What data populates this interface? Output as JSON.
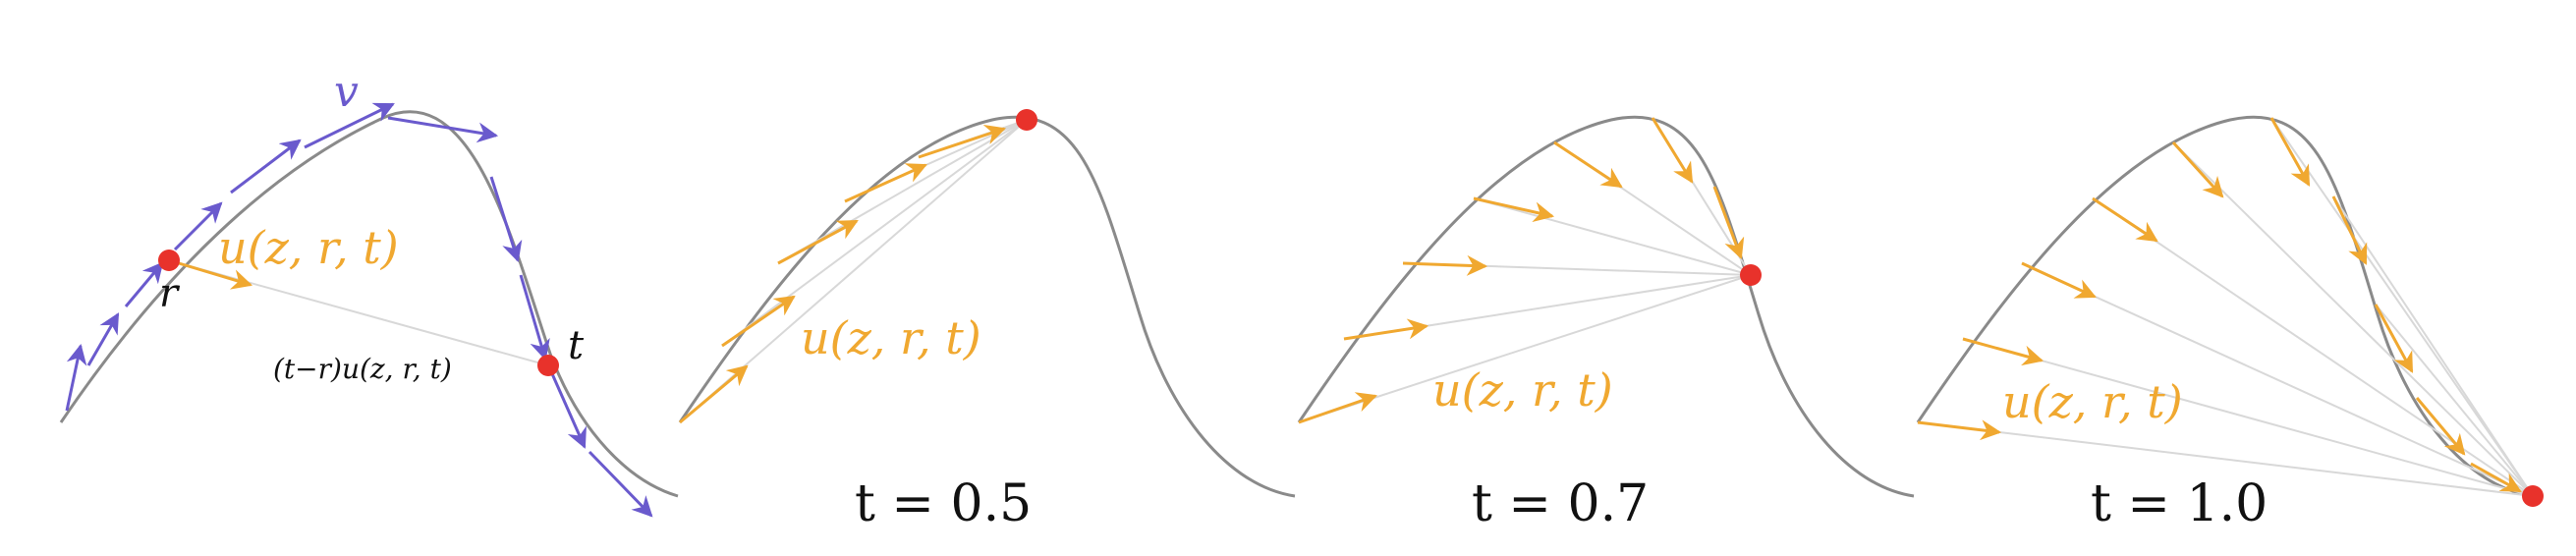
{
  "colors": {
    "curve": "#8a8a8a",
    "tangent": "#6a5acd",
    "field": "#f0a830",
    "point": "#e8322b",
    "chord": "#d8d8d8",
    "text": "#111111"
  },
  "panels": [
    {
      "labels": {
        "v": "v",
        "u": "u(z, r, t)",
        "r": "r",
        "t": "t",
        "displacement": "(t−r)u(z, r, t)"
      }
    },
    {
      "u_label": "u(z, r, t)",
      "caption": "t = 0.5"
    },
    {
      "u_label": "u(z, r, t)",
      "caption": "t = 0.7"
    },
    {
      "u_label": "u(z, r, t)",
      "caption": "t = 1.0"
    }
  ]
}
